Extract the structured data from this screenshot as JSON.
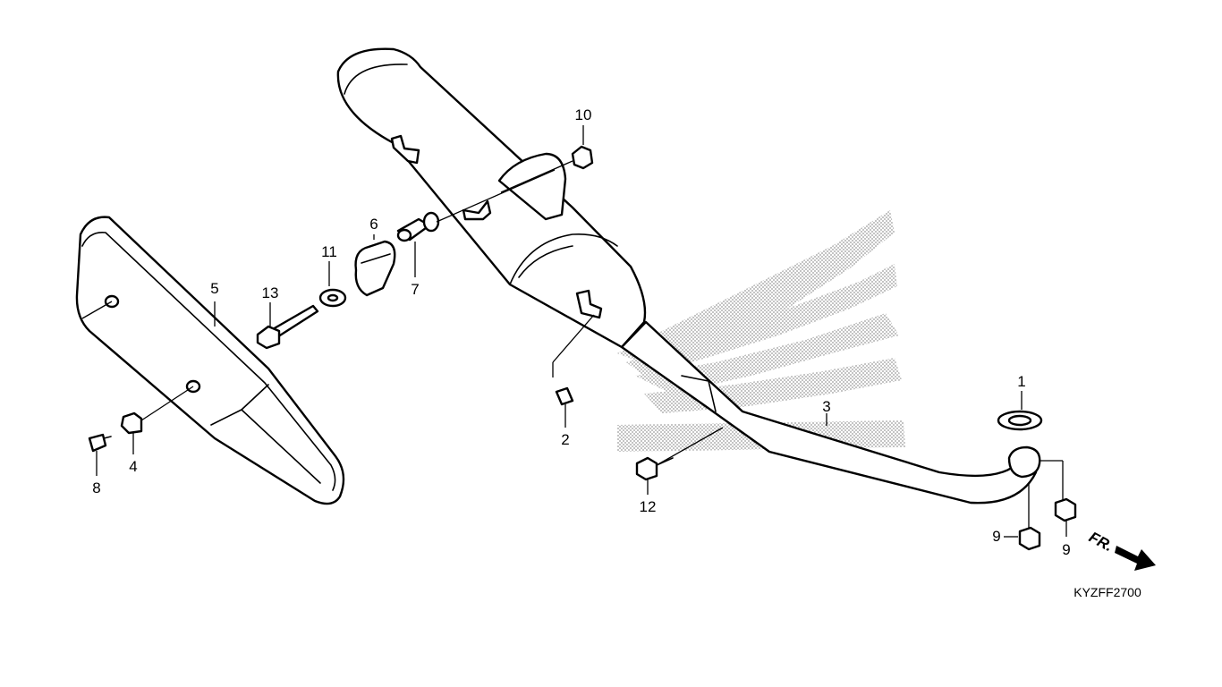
{
  "diagram_code": "KYZFF2700",
  "direction_label": "FR.",
  "callouts": {
    "c1": "1",
    "c2": "2",
    "c3": "3",
    "c4": "4",
    "c5": "5",
    "c6": "6",
    "c7": "7",
    "c8": "8",
    "c9a": "9",
    "c9b": "9",
    "c10": "10",
    "c11": "11",
    "c12": "12",
    "c13": "13"
  },
  "colors": {
    "line": "#000000",
    "background": "#ffffff",
    "watermark_dots": "#9a9a9a"
  }
}
